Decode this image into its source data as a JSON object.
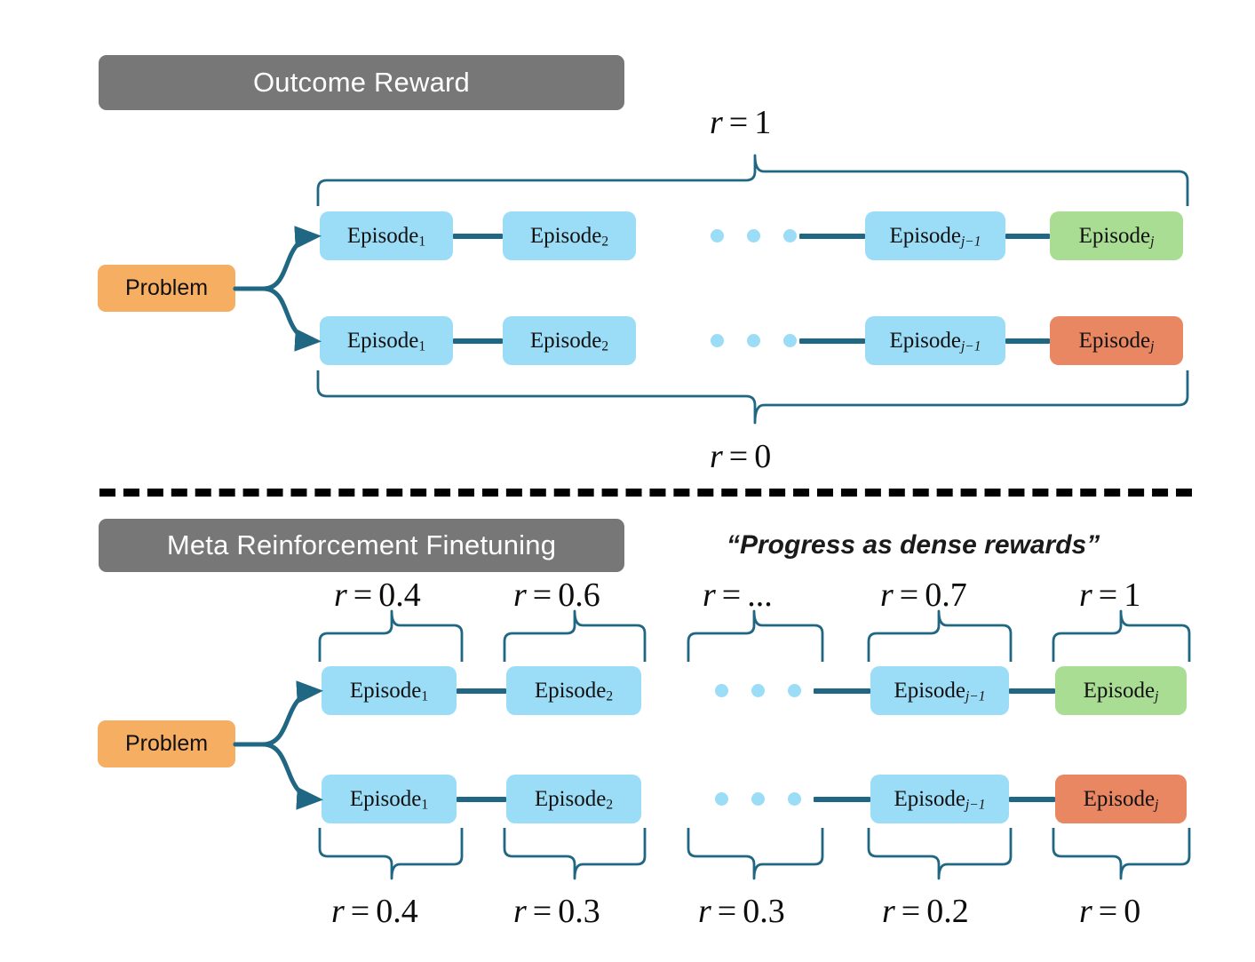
{
  "title": "Outcome Reward vs Meta Reinforcement Finetuning",
  "colors": {
    "banner": "#777777",
    "problem": "#f6ae62",
    "episode_blue": "#9bdcf7",
    "episode_green": "#aadd94",
    "episode_red": "#e88761",
    "connector": "#1f6782",
    "brace": "#1f6782",
    "divider": "#000000"
  },
  "sections": [
    {
      "id": "outcome-reward",
      "banner": "Outcome Reward",
      "problem_label": "Problem",
      "top_reward": {
        "var": "r",
        "eq": "=",
        "value": "1"
      },
      "bottom_reward": {
        "var": "r",
        "eq": "=",
        "value": "0"
      },
      "rows": [
        {
          "id": "success-row",
          "outcome": "success",
          "episodes": [
            {
              "name": "Episode",
              "sub": "1",
              "sub_italic": false,
              "color": "episode_blue"
            },
            {
              "name": "Episode",
              "sub": "2",
              "sub_italic": false,
              "color": "episode_blue"
            },
            {
              "name": "Episode",
              "sub": "j−1",
              "sub_italic": true,
              "color": "episode_blue"
            },
            {
              "name": "Episode",
              "sub": "j",
              "sub_italic": true,
              "color": "episode_green"
            }
          ]
        },
        {
          "id": "failure-row",
          "outcome": "failure",
          "episodes": [
            {
              "name": "Episode",
              "sub": "1",
              "sub_italic": false,
              "color": "episode_blue"
            },
            {
              "name": "Episode",
              "sub": "2",
              "sub_italic": false,
              "color": "episode_blue"
            },
            {
              "name": "Episode",
              "sub": "j−1",
              "sub_italic": true,
              "color": "episode_blue"
            },
            {
              "name": "Episode",
              "sub": "j",
              "sub_italic": true,
              "color": "episode_red"
            }
          ]
        }
      ]
    },
    {
      "id": "meta-rl-finetuning",
      "banner": "Meta Reinforcement Finetuning",
      "quote": "“Progress as dense rewards”",
      "problem_label": "Problem",
      "top_rewards": [
        {
          "var": "r",
          "eq": "=",
          "value": "0.4"
        },
        {
          "var": "r",
          "eq": "=",
          "value": "0.6"
        },
        {
          "var": "r",
          "eq": "=",
          "value": "..."
        },
        {
          "var": "r",
          "eq": "=",
          "value": "0.7"
        },
        {
          "var": "r",
          "eq": "=",
          "value": "1"
        }
      ],
      "bottom_rewards": [
        {
          "var": "r",
          "eq": "=",
          "value": "0.4"
        },
        {
          "var": "r",
          "eq": "=",
          "value": "0.3"
        },
        {
          "var": "r",
          "eq": "=",
          "value": "0.3"
        },
        {
          "var": "r",
          "eq": "=",
          "value": "0.2"
        },
        {
          "var": "r",
          "eq": "=",
          "value": "0"
        }
      ],
      "rows": [
        {
          "id": "success-row",
          "outcome": "success",
          "episodes": [
            {
              "name": "Episode",
              "sub": "1",
              "sub_italic": false,
              "color": "episode_blue"
            },
            {
              "name": "Episode",
              "sub": "2",
              "sub_italic": false,
              "color": "episode_blue"
            },
            {
              "name": "Episode",
              "sub": "j−1",
              "sub_italic": true,
              "color": "episode_blue"
            },
            {
              "name": "Episode",
              "sub": "j",
              "sub_italic": true,
              "color": "episode_green"
            }
          ]
        },
        {
          "id": "failure-row",
          "outcome": "failure",
          "episodes": [
            {
              "name": "Episode",
              "sub": "1",
              "sub_italic": false,
              "color": "episode_blue"
            },
            {
              "name": "Episode",
              "sub": "2",
              "sub_italic": false,
              "color": "episode_blue"
            },
            {
              "name": "Episode",
              "sub": "j−1",
              "sub_italic": true,
              "color": "episode_blue"
            },
            {
              "name": "Episode",
              "sub": "j",
              "sub_italic": true,
              "color": "episode_red"
            }
          ]
        }
      ]
    }
  ]
}
